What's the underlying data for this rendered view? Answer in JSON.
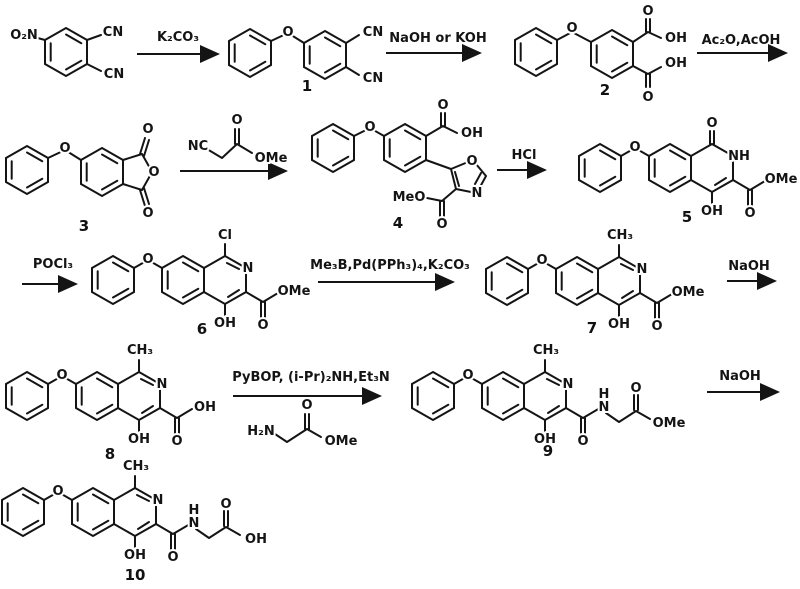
{
  "compounds": {
    "start": {
      "atoms": {
        "no2": "O₂N",
        "cn_top": "CN",
        "cn_bottom": "CN"
      }
    },
    "c1": {
      "number": "1",
      "atoms": {
        "ether_o": "O",
        "cn_top": "CN",
        "cn_bottom": "CN"
      }
    },
    "c2": {
      "number": "2",
      "atoms": {
        "ether_o": "O",
        "acid1_o": "O",
        "acid1_oh": "OH",
        "acid2_oh": "OH",
        "acid2_o": "O"
      }
    },
    "c3": {
      "number": "3",
      "atoms": {
        "ether_o": "O",
        "top_o": "O",
        "ring_o": "O",
        "bottom_o": "O"
      }
    },
    "c4": {
      "number": "4",
      "atoms": {
        "ether_o": "O",
        "acid_o": "O",
        "acid_oh": "OH",
        "ox_o": "O",
        "ox_n": "N",
        "meo": "MeO",
        "ester_o": "O"
      }
    },
    "c5": {
      "number": "5",
      "atoms": {
        "ether_o": "O",
        "lactam_o": "O",
        "nh": "NH",
        "ome": "OMe",
        "ester_o": "O",
        "oh": "OH"
      }
    },
    "c6": {
      "number": "6",
      "atoms": {
        "cl": "Cl",
        "ether_o": "O",
        "n": "N",
        "ome": "OMe",
        "ester_o": "O",
        "oh": "OH"
      }
    },
    "c7": {
      "number": "7",
      "atoms": {
        "ch3": "CH₃",
        "ether_o": "O",
        "n": "N",
        "ome": "OMe",
        "ester_o": "O",
        "oh": "OH"
      }
    },
    "c8": {
      "number": "8",
      "atoms": {
        "ch3": "CH₃",
        "ether_o": "O",
        "n": "N",
        "acid_oh": "OH",
        "acid_o": "O",
        "oh": "OH"
      }
    },
    "c9": {
      "number": "9",
      "atoms": {
        "ch3": "CH₃",
        "ether_o": "O",
        "n": "N",
        "h": "H",
        "amide_n": "N",
        "ester_o": "O",
        "ome": "OMe",
        "amide_o": "O",
        "oh": "OH"
      }
    },
    "c10": {
      "number": "10",
      "atoms": {
        "ch3": "CH₃",
        "ether_o": "O",
        "n": "N",
        "h": "H",
        "amide_n": "N",
        "acid_o": "O",
        "acid_oh": "OH",
        "amide_o": "O",
        "oh": "OH"
      }
    }
  },
  "reagents": {
    "step1": "K₂CO₃",
    "step2": "NaOH or KOH",
    "step3": "Ac₂O,AcOH",
    "step5": "HCl",
    "step6": "POCl₃",
    "step7": "Me₃B,Pd(PPh₃)₄,K₂CO₃",
    "step8": "NaOH",
    "step9": "PyBOP, (i-Pr)₂NH,Et₃N",
    "step10": "NaOH"
  },
  "reagent_structures": {
    "mca": {
      "nc": "NC",
      "o": "O",
      "ome": "OMe"
    },
    "gly": {
      "h2n": "H₂N",
      "o": "O",
      "ome": "OMe"
    }
  },
  "colors": {
    "bond": "#141414",
    "background": "#ffffff"
  }
}
